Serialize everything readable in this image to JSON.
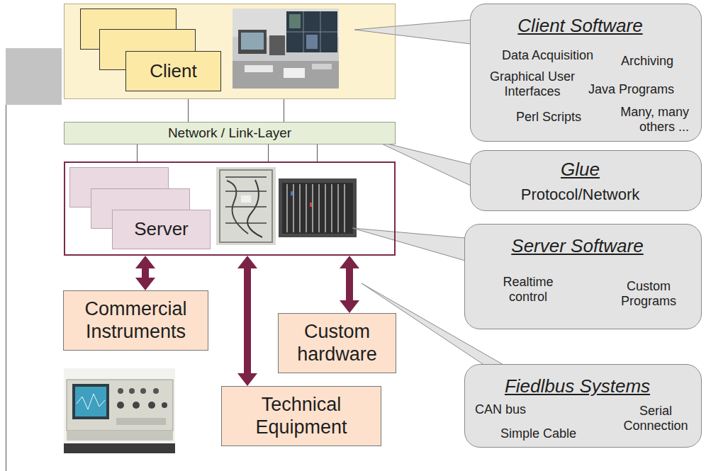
{
  "diagram": {
    "nodes": [
      {
        "text": []
      },
      {
        "text": [
          "Client"
        ],
        "in": 0
      },
      {
        "text": [
          "Network / Link-Layer"
        ]
      },
      {
        "text": []
      },
      {
        "text": [
          "Server"
        ],
        "in": 3
      },
      {
        "text": [
          "Commercial Instruments"
        ]
      },
      {
        "text": [
          "Custom hardware"
        ]
      },
      {
        "text": [
          "Technical Equipment"
        ]
      },
      {
        "text": [
          "Client Software",
          "Data Acquisition",
          "Archiving",
          "Graphical User Interfaces",
          "Java Programs",
          "Perl Scripts",
          "Many, many others ..."
        ]
      },
      {
        "text": [
          "Glue",
          "Protocol/Network"
        ]
      },
      {
        "text": [
          "Server Software",
          "Realtime control",
          "Custom Programs"
        ]
      },
      {
        "text": [
          "Fiedlbus Systems",
          "CAN bus",
          "Serial Connection",
          "Simple Cable"
        ]
      }
    ],
    "edges": [
      {
        "from": 0,
        "to": 2,
        "arrow": "none"
      },
      {
        "from": 0,
        "to": 2,
        "arrow": "none"
      },
      {
        "from": 2,
        "to": 3,
        "arrow": "none"
      },
      {
        "from": 2,
        "to": 3,
        "arrow": "none"
      },
      {
        "from": 2,
        "to": 3,
        "arrow": "none"
      },
      {
        "from": 3,
        "to": 5,
        "arrow": "both"
      },
      {
        "from": 3,
        "to": 7,
        "arrow": "both"
      },
      {
        "from": 3,
        "to": 6,
        "arrow": "both"
      }
    ]
  }
}
